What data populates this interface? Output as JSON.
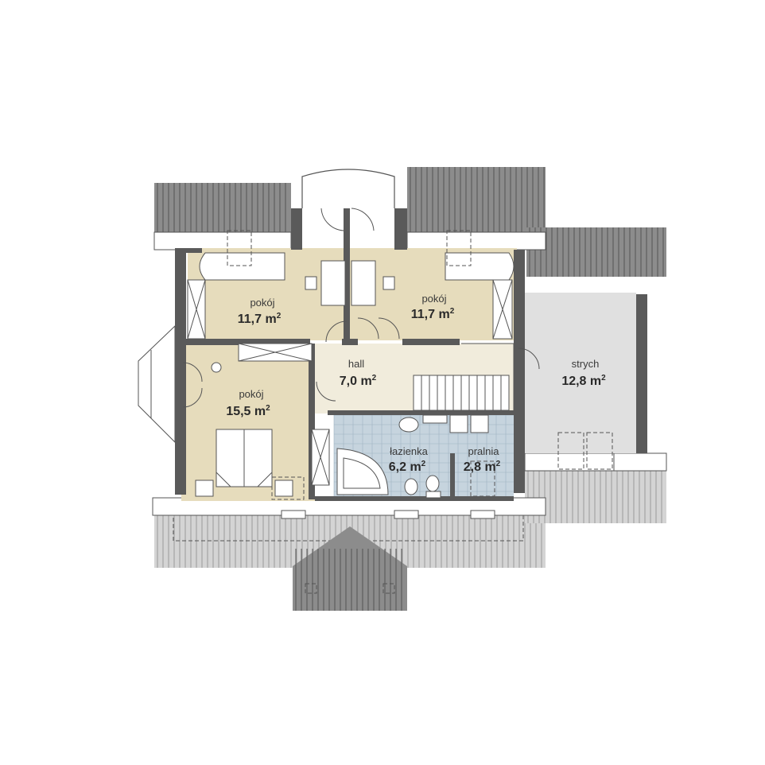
{
  "colors": {
    "room_beige": "#e6dcbc",
    "hall_light": "#f1ecdc",
    "bath_tile": "#c6d4de",
    "attic_gray": "#e0e0e0",
    "wall": "#5a5a5a",
    "roof_dark": "#8c8c8c",
    "roof_light": "#d4d4d4"
  },
  "rooms": {
    "bedroom_left": {
      "name": "pokój",
      "area": "11,7 m",
      "unit_sup": "2"
    },
    "bedroom_right": {
      "name": "pokój",
      "area": "11,7 m",
      "unit_sup": "2"
    },
    "bedroom_large": {
      "name": "pokój",
      "area": "15,5 m",
      "unit_sup": "2"
    },
    "hall": {
      "name": "hall",
      "area": "7,0 m",
      "unit_sup": "2"
    },
    "bathroom": {
      "name": "łazienka",
      "area": "6,2 m",
      "unit_sup": "2"
    },
    "laundry": {
      "name": "pralnia",
      "area": "2,8 m",
      "unit_sup": "2"
    },
    "attic": {
      "name": "strych",
      "area": "12,8 m",
      "unit_sup": "2"
    }
  }
}
